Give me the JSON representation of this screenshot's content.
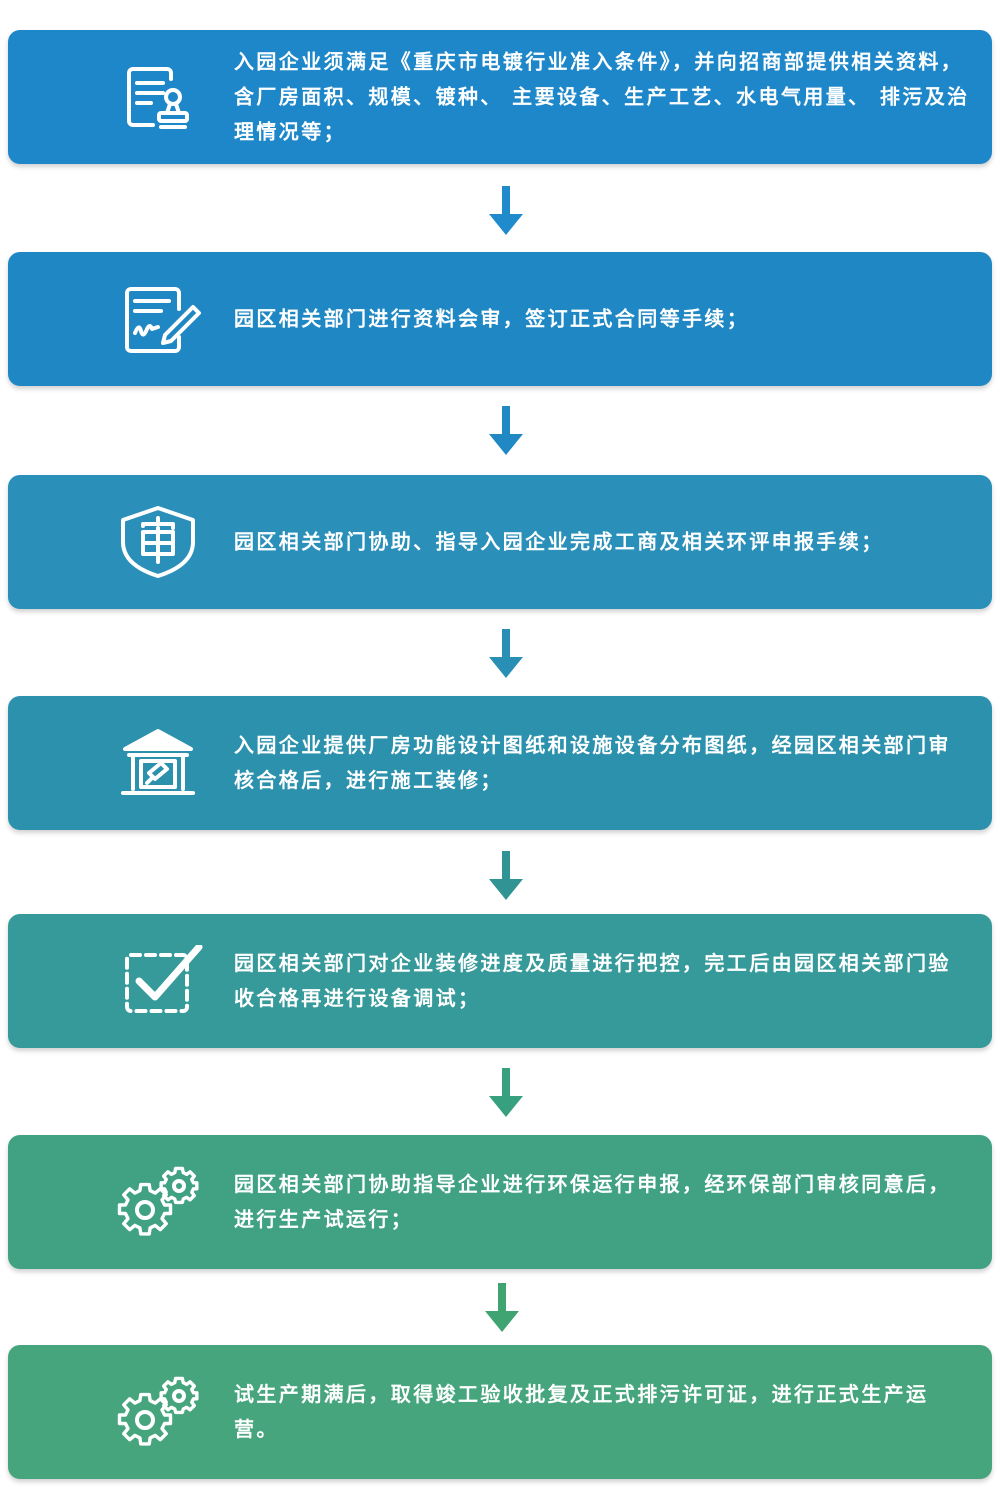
{
  "steps": [
    {
      "text": "入园企业须满足《重庆市电镀行业准入条件》，并向招商部提供相关资料，含厂房面积、规模、镀种、 主要设备、生产工艺、水电气用量、 排污及治理情况等；",
      "icon": "document-stamp-icon",
      "color": "#1d87c9"
    },
    {
      "text": "园区相关部门进行资料会审，签订正式合同等手续；",
      "icon": "contract-sign-icon",
      "color": "#1f88c4"
    },
    {
      "text": "园区相关部门协助、指导入园企业完成工商及相关环评申报手续；",
      "icon": "shield-review-icon",
      "color": "#2a8fb9"
    },
    {
      "text": "入园企业提供厂房功能设计图纸和设施设备分布图纸，经园区相关部门审核合格后，进行施工装修；",
      "icon": "building-renovation-icon",
      "color": "#2c91ad"
    },
    {
      "text": "园区相关部门对企业装修进度及质量进行把控，完工后由园区相关部门验收合格再进行设备调试；",
      "icon": "checkbox-check-icon",
      "color": "#379a9a"
    },
    {
      "text": "园区相关部门协助指导企业进行环保运行申报，经环保部门审核同意后，进行生产试运行；",
      "icon": "gears-icon",
      "color": "#40a283"
    },
    {
      "text": "试生产期满后，取得竣工验收批复及正式排污许可证，进行正式生产运营。",
      "icon": "gears-icon",
      "color": "#46a57d"
    }
  ],
  "arrow_colors": [
    "#1f8bcd",
    "#2089c3",
    "#2a8fb5",
    "#319393",
    "#37a07f",
    "#3fa372"
  ]
}
